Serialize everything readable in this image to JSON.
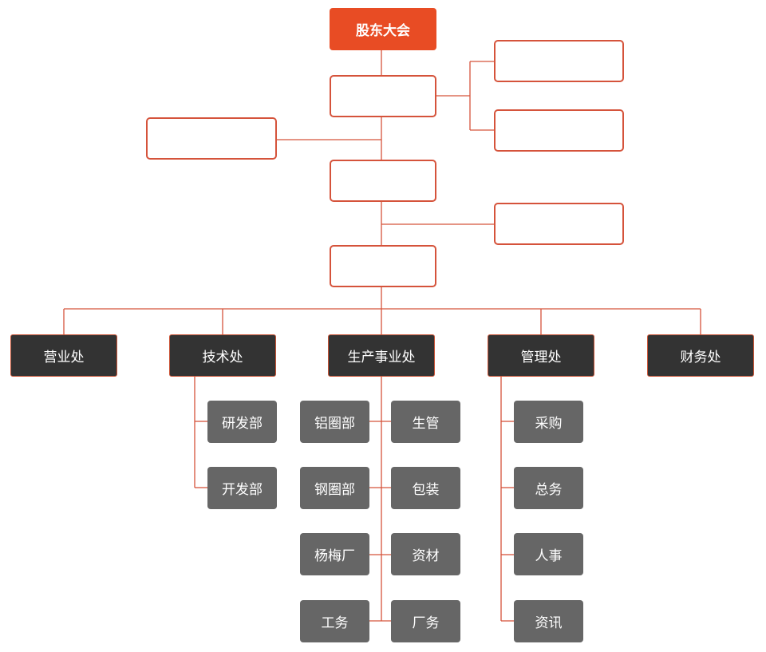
{
  "root": {
    "label": "股东大会"
  },
  "departments": [
    {
      "id": "sales",
      "label": "营业处"
    },
    {
      "id": "tech",
      "label": "技术处"
    },
    {
      "id": "production",
      "label": "生产事业处"
    },
    {
      "id": "management",
      "label": "管理处"
    },
    {
      "id": "finance",
      "label": "财务处"
    }
  ],
  "tech_units": [
    {
      "label": "研发部"
    },
    {
      "label": "开发部"
    }
  ],
  "production_units_left": [
    {
      "label": "铝圈部"
    },
    {
      "label": "钢圈部"
    },
    {
      "label": "杨梅厂"
    },
    {
      "label": "工务"
    }
  ],
  "production_units_right": [
    {
      "label": "生管"
    },
    {
      "label": "包装"
    },
    {
      "label": "资材"
    },
    {
      "label": "厂务"
    }
  ],
  "management_units": [
    {
      "label": "采购"
    },
    {
      "label": "总务"
    },
    {
      "label": "人事"
    },
    {
      "label": "资讯"
    }
  ],
  "colors": {
    "accent": "#e84c24",
    "connector": "#d5533b",
    "department_fill": "#333333",
    "unit_fill": "#666666"
  }
}
